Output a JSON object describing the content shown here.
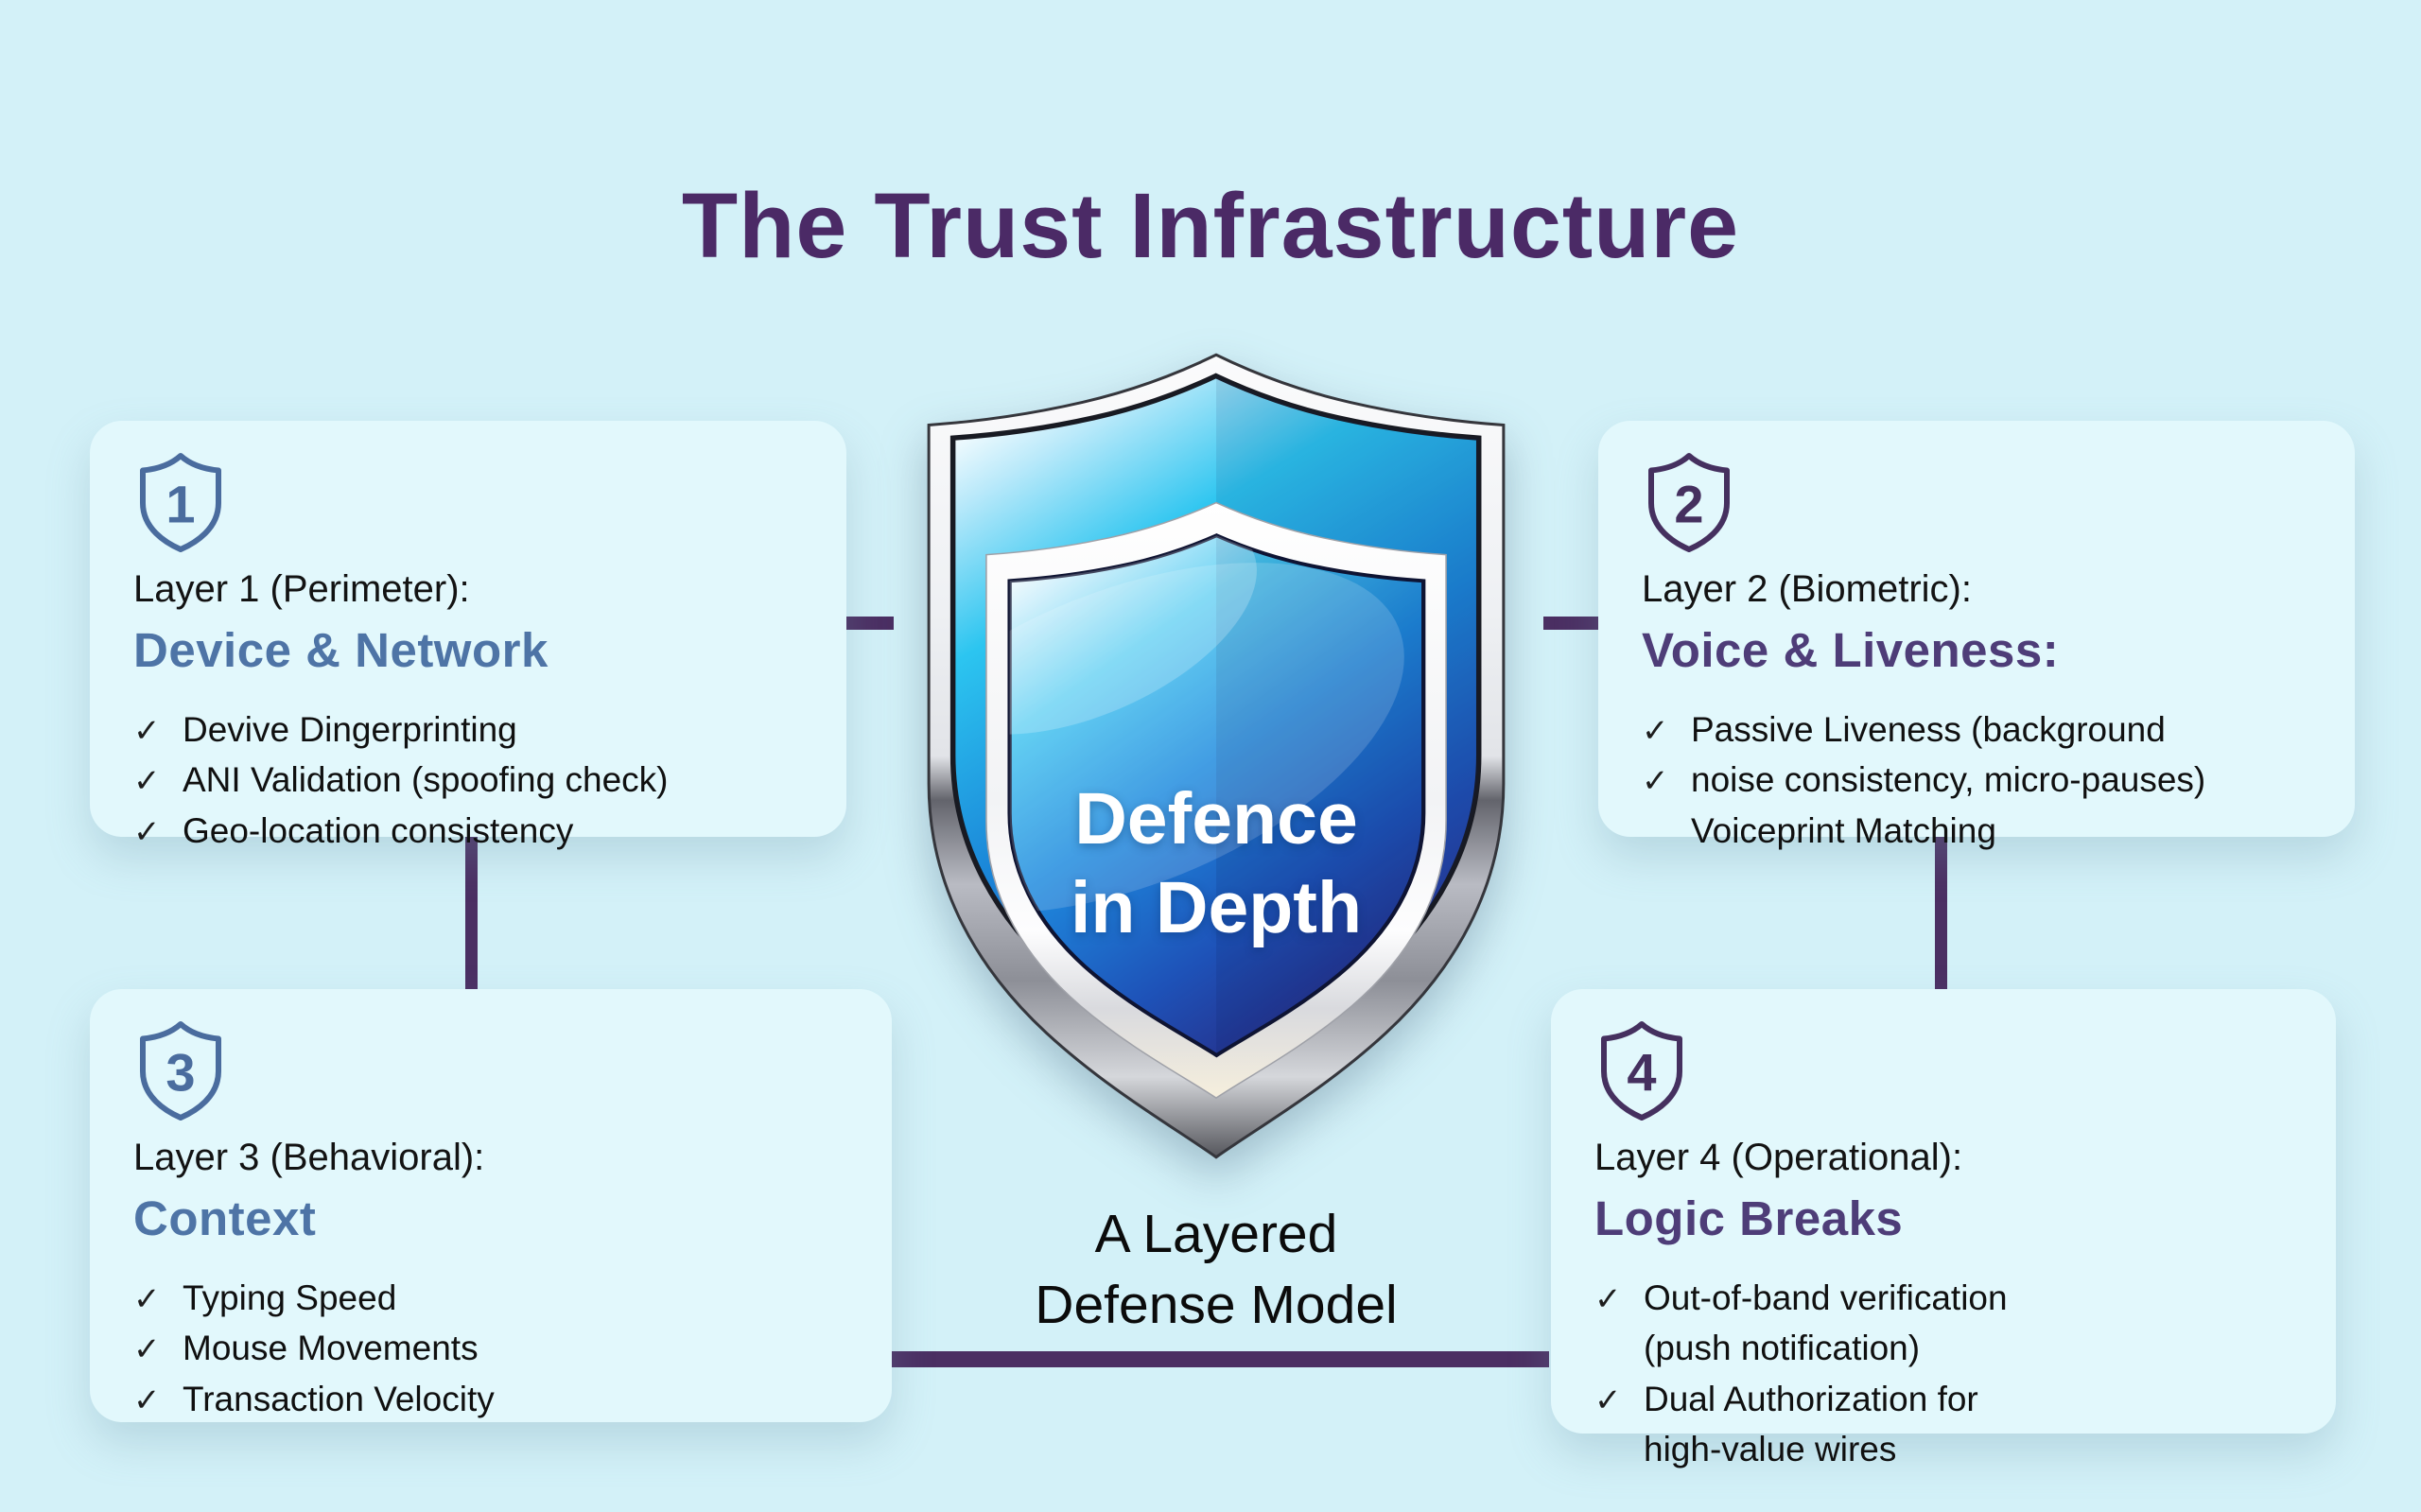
{
  "title": "The Trust Infrastructure",
  "shield": {
    "label_line1": "Defence",
    "label_line2": "in Depth",
    "caption_line1": "A Layered",
    "caption_line2": "Defense Model"
  },
  "colors": {
    "background": "#d3f1f8",
    "card_background": "#e2f8fc",
    "title_purple": "#4b2a66",
    "heading_blue": "#4e74a6",
    "heading_purple": "#4e3d78",
    "icon_blue": "#4a6c9e",
    "icon_purple": "#45305f",
    "connector_purple": "#4b2f63",
    "shield_blue_top": "#2cc5f0",
    "shield_blue_bottom": "#2b2f8c"
  },
  "cards": [
    {
      "number": "1",
      "layer_label": "Layer 1 (Perimeter):",
      "heading": "Device & Network",
      "theme": "blue",
      "items": [
        {
          "check": "✓",
          "text": "Devive Dingerprinting"
        },
        {
          "check": "✓",
          "text": "ANI Validation (spoofing check)"
        },
        {
          "check": "✓",
          "text": "Geo-location consistency"
        }
      ]
    },
    {
      "number": "2",
      "layer_label": "Layer 2 (Biometric):",
      "heading": "Voice & Liveness:",
      "theme": "purple",
      "items": [
        {
          "check": "✓",
          "text": "Passive Liveness (background"
        },
        {
          "check": "✓",
          "text": "noise consistency, micro-pauses)"
        },
        {
          "check": "",
          "text": "Voiceprint Matching"
        }
      ]
    },
    {
      "number": "3",
      "layer_label": "Layer 3 (Behavioral):",
      "heading": "Context",
      "theme": "blue",
      "items": [
        {
          "check": "✓",
          "text": "Typing Speed"
        },
        {
          "check": "✓",
          "text": "Mouse Movements"
        },
        {
          "check": "✓",
          "text": "Transaction Velocity"
        }
      ]
    },
    {
      "number": "4",
      "layer_label": "Layer 4 (Operational):",
      "heading": "Logic Breaks",
      "theme": "purple",
      "items": [
        {
          "check": "✓",
          "text": "Out-of-band verification"
        },
        {
          "check": "",
          "text": "(push notification)"
        },
        {
          "check": "✓",
          "text": "Dual Authorization for"
        },
        {
          "check": "",
          "text": "high-value wires"
        }
      ]
    }
  ]
}
